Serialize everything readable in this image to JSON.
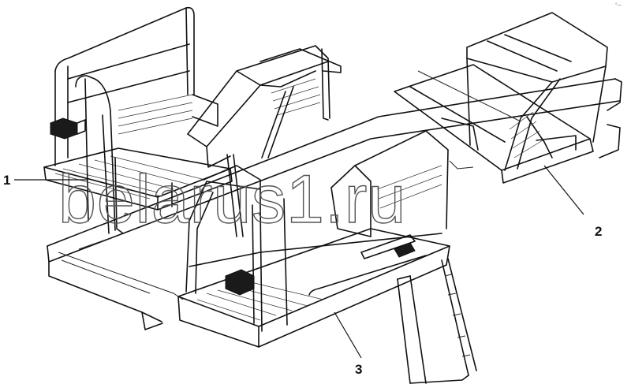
{
  "watermark": "belarus1.ru",
  "corner_mark": "°—",
  "callouts": [
    {
      "id": "1",
      "text": "1"
    },
    {
      "id": "2",
      "text": "2"
    },
    {
      "id": "3",
      "text": "3"
    }
  ]
}
